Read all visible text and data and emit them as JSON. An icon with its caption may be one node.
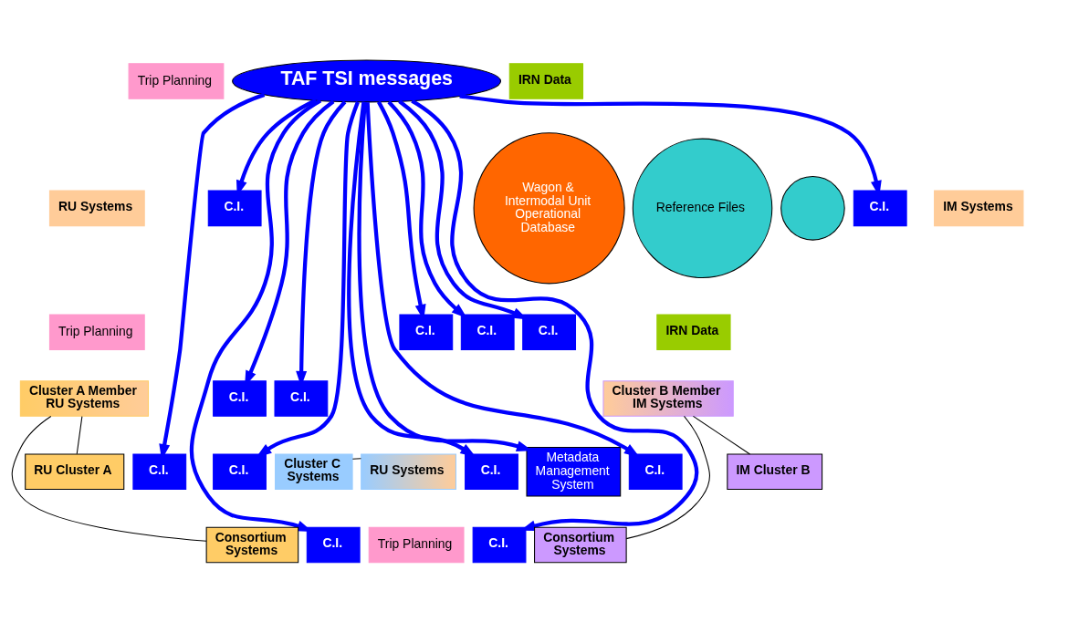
{
  "diagram": {
    "nodes": [
      {
        "text": [
          "TAF TSI messages"
        ]
      },
      {
        "text": [
          "RU Systems"
        ]
      },
      {
        "text": [
          "Trip Planning"
        ]
      },
      {
        "text": [
          "C.I."
        ]
      },
      {
        "text": [
          "Wagon & Intermodal Unit Operational Database"
        ]
      },
      {
        "text": [
          "C.I."
        ]
      },
      {
        "text": [
          "Reference Files"
        ]
      },
      {
        "text": [],
        "shape": "circle"
      },
      {
        "text": [
          "C.I."
        ]
      },
      {
        "text": [
          "C.I."
        ]
      },
      {
        "text": [
          "C.I."
        ]
      },
      {
        "text": [
          "IM Systems"
        ]
      },
      {
        "text": [
          "IRN Data"
        ]
      },
      {
        "text": [
          "Cluster A Member",
          "RU Systems"
        ]
      },
      {
        "text": [
          "Trip Planning"
        ]
      },
      {
        "text": [
          "C.I."
        ]
      },
      {
        "text": [
          "C.I."
        ]
      },
      {
        "text": [
          "Cluster B Member",
          "IM Systems"
        ]
      },
      {
        "text": [
          "IRN Data"
        ]
      },
      {
        "text": [
          "RU Cluster A"
        ]
      },
      {
        "text": [
          "C.I."
        ]
      },
      {
        "text": [
          "Consortium Systems"
        ]
      },
      {
        "text": [
          "C.I."
        ]
      },
      {
        "text": [
          "C.I."
        ]
      },
      {
        "text": [
          "Cluster C Systems"
        ]
      },
      {
        "text": [
          "RU Systems"
        ]
      },
      {
        "text": [
          "Trip Planning"
        ]
      },
      {
        "text": [
          "C.I."
        ]
      },
      {
        "text": [
          "Metadata Management System"
        ]
      },
      {
        "text": [
          "C.I."
        ]
      },
      {
        "text": [
          "IM Cluster B"
        ]
      },
      {
        "text": [
          "C.I."
        ]
      },
      {
        "text": [
          "Consortium Systems"
        ]
      }
    ],
    "edges": [
      {
        "from": 0,
        "to": 3,
        "arrow": "to"
      },
      {
        "from": 0,
        "to": 5,
        "arrow": "to"
      },
      {
        "from": 0,
        "to": 8,
        "arrow": "to"
      },
      {
        "from": 0,
        "to": 9,
        "arrow": "to"
      },
      {
        "from": 0,
        "to": 10,
        "arrow": "to"
      },
      {
        "from": 0,
        "to": 15,
        "arrow": "to"
      },
      {
        "from": 0,
        "to": 16,
        "arrow": "to"
      },
      {
        "from": 0,
        "to": 20,
        "arrow": "to"
      },
      {
        "from": 0,
        "to": 22,
        "arrow": "to"
      },
      {
        "from": 0,
        "to": 23,
        "arrow": "to"
      },
      {
        "from": 0,
        "to": 27,
        "arrow": "to"
      },
      {
        "from": 0,
        "to": 28,
        "arrow": "to"
      },
      {
        "from": 0,
        "to": 29,
        "arrow": "to"
      },
      {
        "from": 0,
        "to": 31,
        "arrow": "to"
      },
      {
        "from": 13,
        "to": 19,
        "arrow": "none",
        "color": "#000000"
      },
      {
        "from": 13,
        "to": 21,
        "arrow": "none",
        "color": "#000000"
      },
      {
        "from": 17,
        "to": 30,
        "arrow": "none",
        "color": "#000000"
      },
      {
        "from": 17,
        "to": 32,
        "arrow": "none",
        "color": "#000000"
      },
      {
        "from": 24,
        "to": 25,
        "arrow": "none",
        "color": "#000000"
      }
    ]
  }
}
